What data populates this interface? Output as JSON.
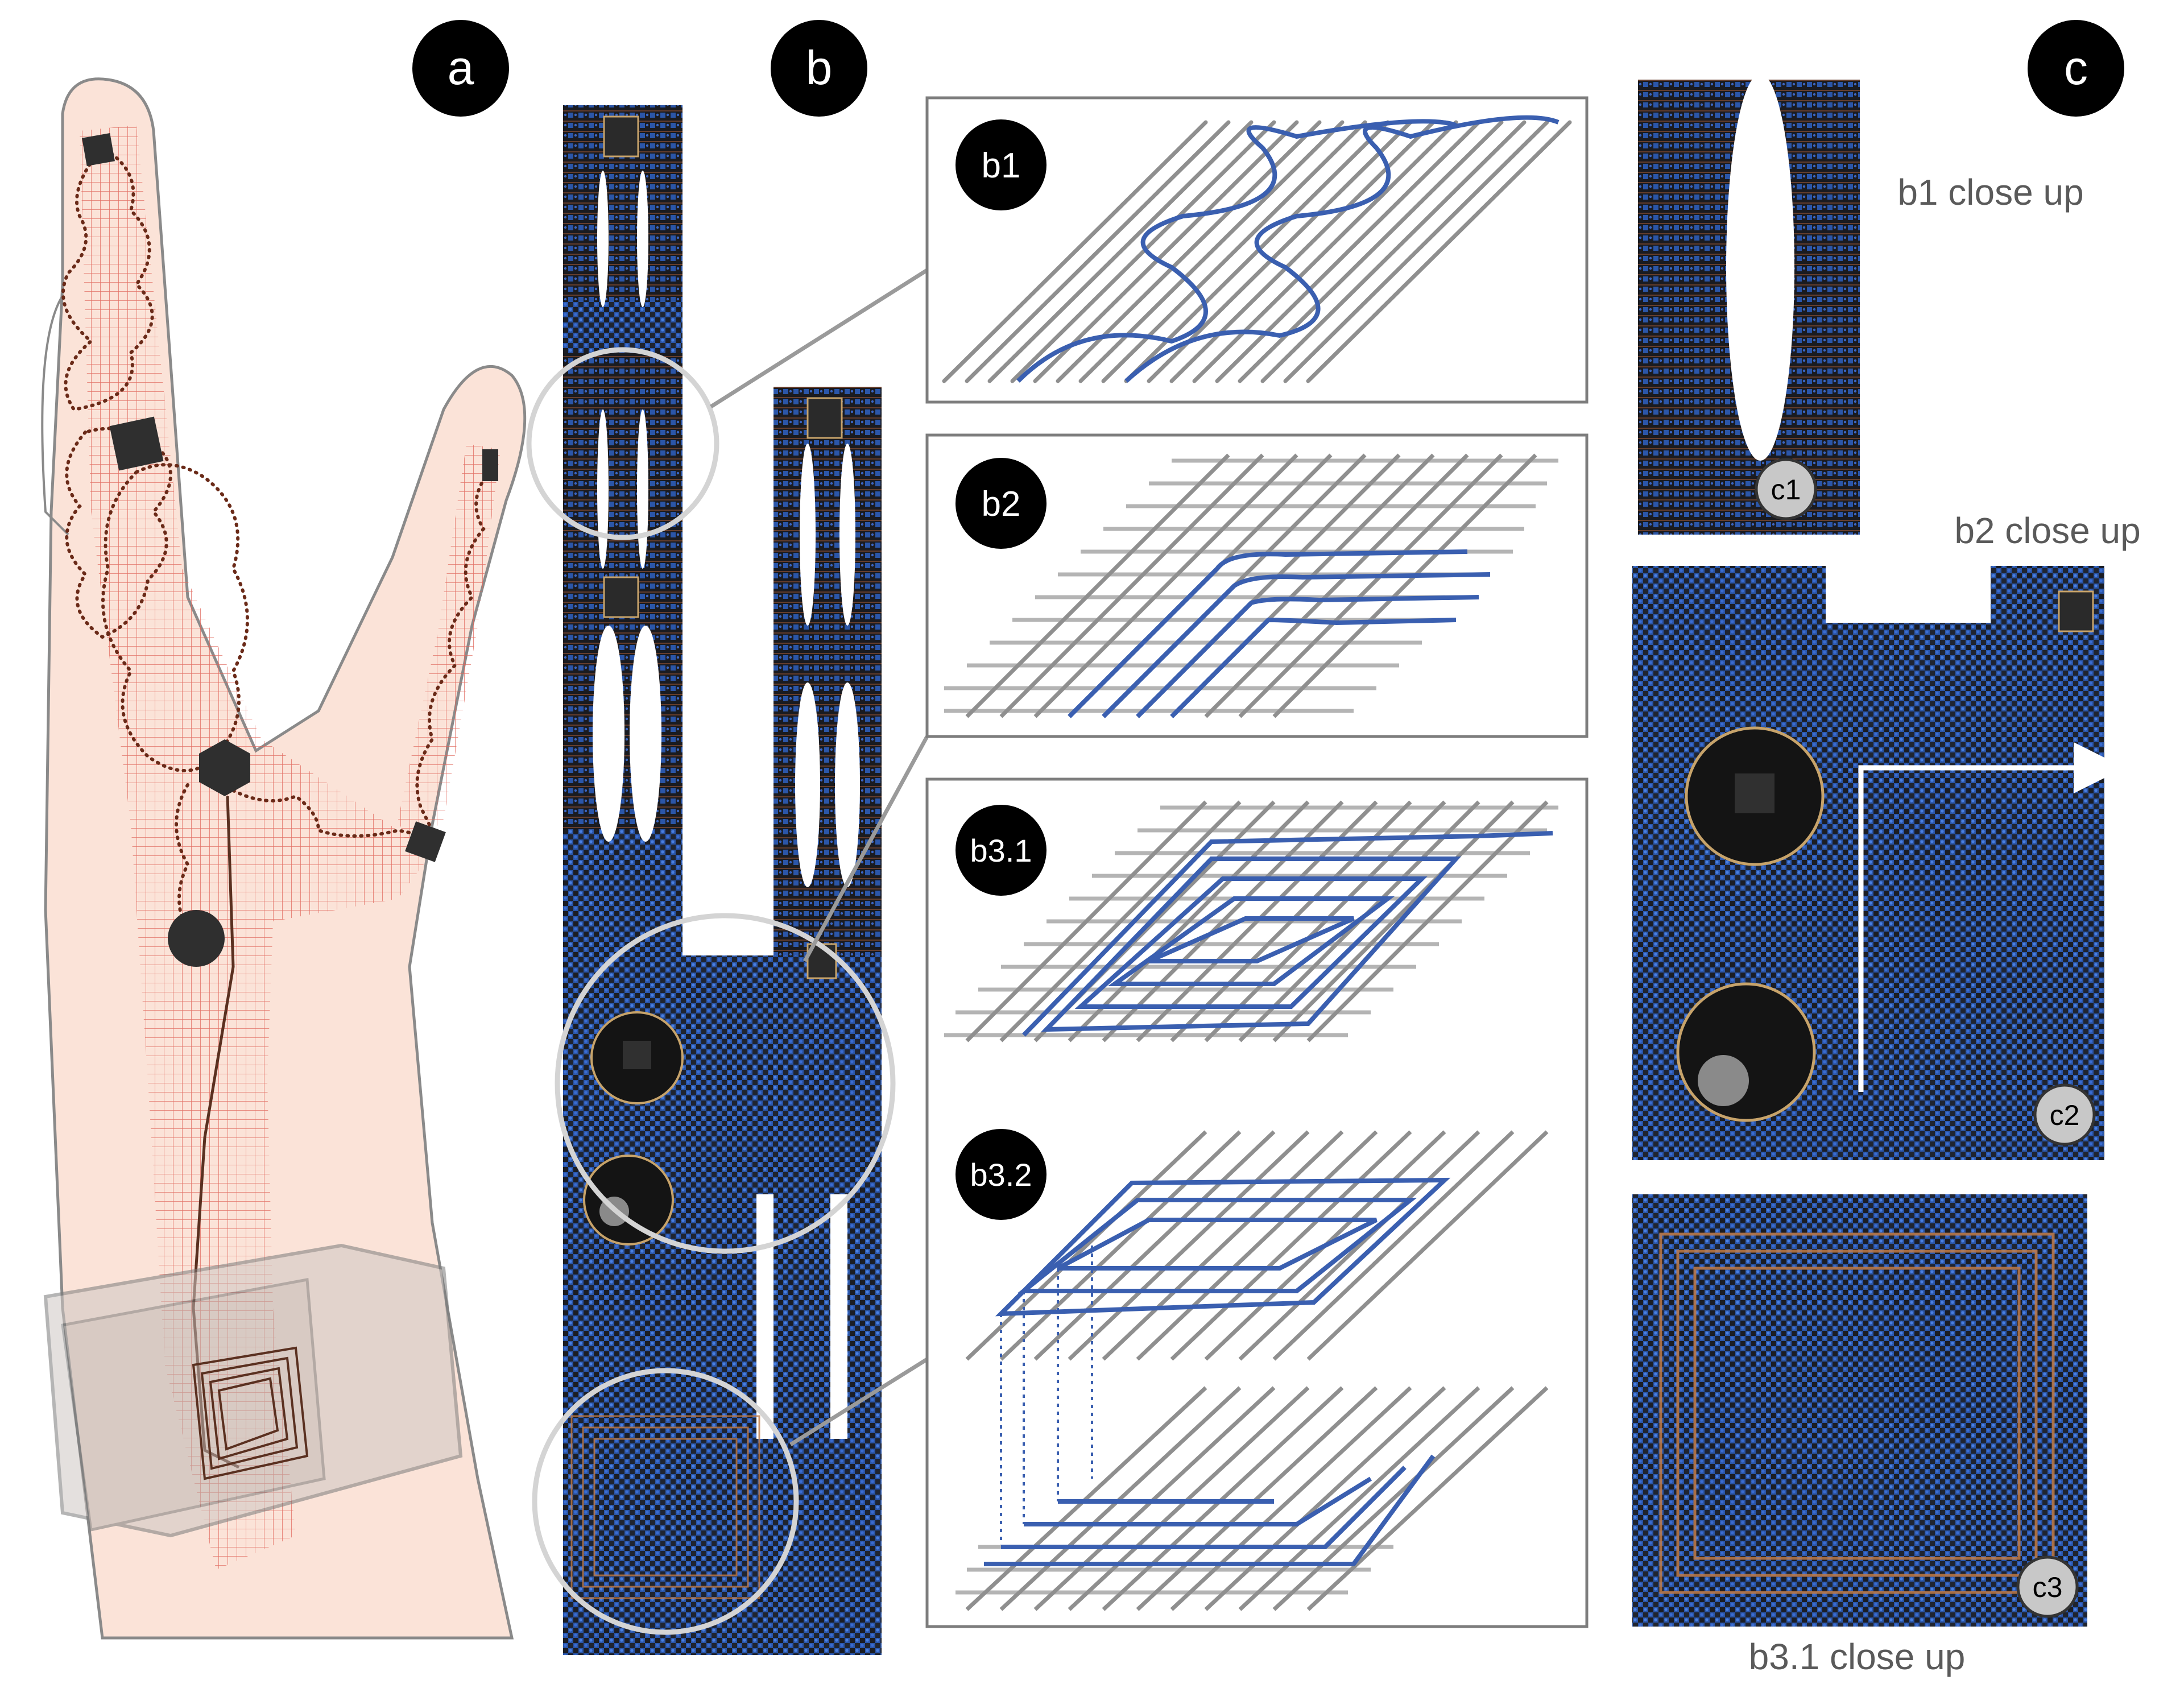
{
  "panels": {
    "a": "a",
    "b": "b",
    "c": "c"
  },
  "insets": {
    "b1": "b1",
    "b2": "b2",
    "b31": "b3.1",
    "b32": "b3.2"
  },
  "closeups": {
    "c1_badge": "c1",
    "c2_badge": "c2",
    "c3_badge": "c3",
    "c1_caption": "b1 close up",
    "c2_caption": "b2 close up",
    "c3_caption": "b3.1 close up"
  },
  "colors": {
    "skin": "#fbe3d8",
    "skin_outline": "#8a8a8a",
    "copper": "#6a2a18",
    "mesh_red": "#e0665a",
    "blue_thread": "#3a5fb0",
    "grey_thread": "#8f8f8f",
    "fabric_blue": "#2f5fb8",
    "fabric_dark": "#1a1c22"
  },
  "icons": {
    "arrow": "arrow-right-icon"
  }
}
